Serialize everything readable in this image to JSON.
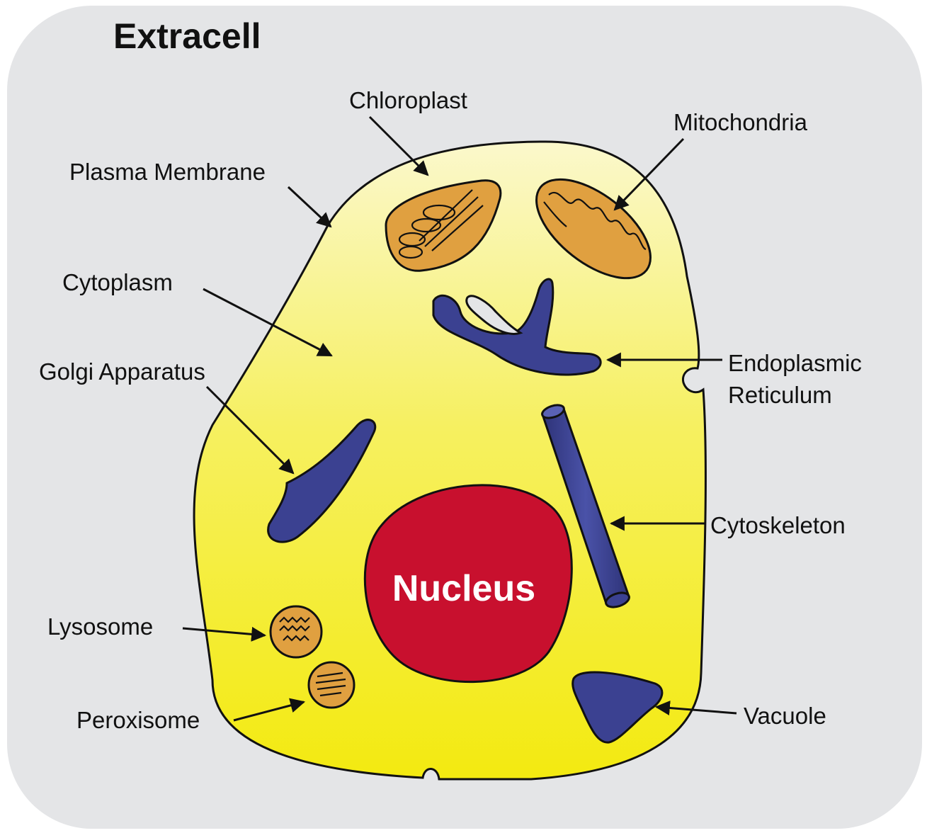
{
  "title": "Extracell",
  "labels": {
    "chloroplast": "Chloroplast",
    "mitochondria": "Mitochondria",
    "plasma_membrane": "Plasma Membrane",
    "cytoplasm": "Cytoplasm",
    "golgi": "Golgi Apparatus",
    "er_line1": "Endoplasmic",
    "er_line2": "Reticulum",
    "cytoskeleton": "Cytoskeleton",
    "nucleus": "Nucleus",
    "lysosome": "Lysosome",
    "peroxisome": "Peroxisome",
    "vacuole": "Vacuole"
  },
  "colors": {
    "background": "#e4e5e7",
    "cytoplasm_top": "#fbf8c9",
    "cytoplasm_bottom": "#f4ec14",
    "organelle_orange": "#e0a040",
    "organelle_blue": "#3b4191",
    "nucleus_red": "#c8102e"
  }
}
